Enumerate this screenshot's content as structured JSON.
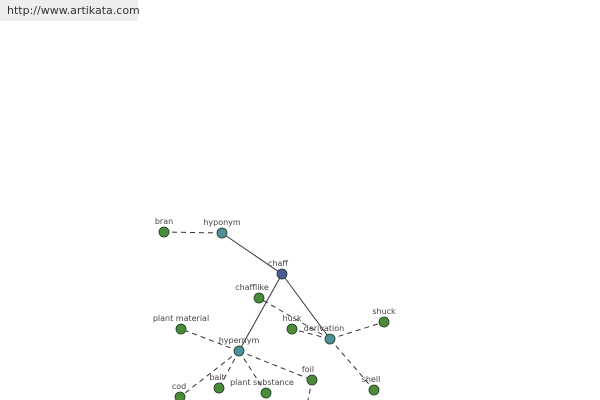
{
  "header": {
    "url": "http://www.artikata.com"
  },
  "colors": {
    "center_node": "#4a5a9a",
    "relation_node": "#4f8f9a",
    "word_node": "#4c8a3c",
    "edge": "#333333"
  },
  "graph": {
    "center": {
      "id": "chaff",
      "label": "chaff"
    },
    "relations": [
      {
        "id": "hyponym",
        "label": "hyponym"
      },
      {
        "id": "hypernym",
        "label": "hypernym"
      },
      {
        "id": "derivation",
        "label": "derivation"
      }
    ],
    "words": [
      {
        "id": "bran",
        "label": "bran",
        "relation": "hyponym"
      },
      {
        "id": "plant-material",
        "label": "plant material",
        "relation": "hypernym"
      },
      {
        "id": "cod",
        "label": "cod",
        "relation": "hypernym"
      },
      {
        "id": "bait",
        "label": "bait",
        "relation": "hypernym"
      },
      {
        "id": "plant-substance",
        "label": "plant substance",
        "relation": "hypernym"
      },
      {
        "id": "foil",
        "label": "foil",
        "relation": "hypernym"
      },
      {
        "id": "chafflike",
        "label": "chafflike",
        "relation": "derivation"
      },
      {
        "id": "husk",
        "label": "husk",
        "relation": "derivation"
      },
      {
        "id": "shuck",
        "label": "shuck",
        "relation": "derivation"
      },
      {
        "id": "shell",
        "label": "shell",
        "relation": "derivation"
      }
    ]
  }
}
